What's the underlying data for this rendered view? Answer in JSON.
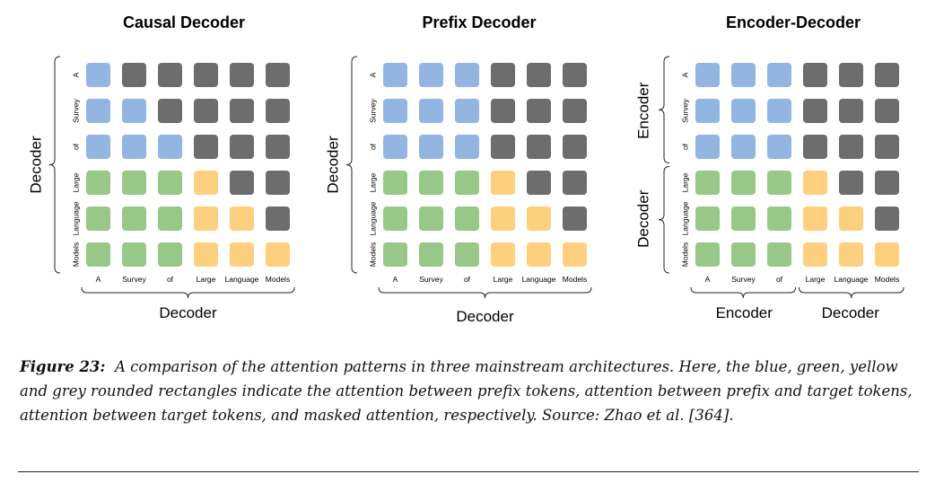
{
  "colors": {
    "blue": "#93b5e1",
    "green": "#98c888",
    "yellow": "#fdd07f",
    "grey": "#6d6d6d"
  },
  "tokens": [
    "A",
    "Survey",
    "of",
    "Large",
    "Language",
    "Models"
  ],
  "panels": [
    {
      "title": "Causal Decoder",
      "y_label": "Decoder",
      "x_labels": [
        "Decoder"
      ],
      "matrix": [
        [
          "blue",
          "grey",
          "grey",
          "grey",
          "grey",
          "grey"
        ],
        [
          "blue",
          "blue",
          "grey",
          "grey",
          "grey",
          "grey"
        ],
        [
          "blue",
          "blue",
          "blue",
          "grey",
          "grey",
          "grey"
        ],
        [
          "green",
          "green",
          "green",
          "yellow",
          "grey",
          "grey"
        ],
        [
          "green",
          "green",
          "green",
          "yellow",
          "yellow",
          "grey"
        ],
        [
          "green",
          "green",
          "green",
          "yellow",
          "yellow",
          "yellow"
        ]
      ]
    },
    {
      "title": "Prefix Decoder",
      "y_label": "Decoder",
      "x_labels": [
        "Decoder"
      ],
      "matrix": [
        [
          "blue",
          "blue",
          "blue",
          "grey",
          "grey",
          "grey"
        ],
        [
          "blue",
          "blue",
          "blue",
          "grey",
          "grey",
          "grey"
        ],
        [
          "blue",
          "blue",
          "blue",
          "grey",
          "grey",
          "grey"
        ],
        [
          "green",
          "green",
          "green",
          "yellow",
          "grey",
          "grey"
        ],
        [
          "green",
          "green",
          "green",
          "yellow",
          "yellow",
          "grey"
        ],
        [
          "green",
          "green",
          "green",
          "yellow",
          "yellow",
          "yellow"
        ]
      ]
    },
    {
      "title": "Encoder-Decoder",
      "y_labels": [
        "Encoder",
        "Decoder"
      ],
      "x_labels": [
        "Encoder",
        "Decoder"
      ],
      "matrix": [
        [
          "blue",
          "blue",
          "blue",
          "grey",
          "grey",
          "grey"
        ],
        [
          "blue",
          "blue",
          "blue",
          "grey",
          "grey",
          "grey"
        ],
        [
          "blue",
          "blue",
          "blue",
          "grey",
          "grey",
          "grey"
        ],
        [
          "green",
          "green",
          "green",
          "yellow",
          "grey",
          "grey"
        ],
        [
          "green",
          "green",
          "green",
          "yellow",
          "yellow",
          "grey"
        ],
        [
          "green",
          "green",
          "green",
          "yellow",
          "yellow",
          "yellow"
        ]
      ]
    }
  ],
  "caption": {
    "label": "Figure 23:",
    "text": "A comparison of the attention patterns in three mainstream architectures. Here, the blue, green, yellow and grey rounded rectangles indicate the attention between prefix tokens, attention between prefix and target tokens, attention between target tokens, and masked attention, respectively. Source: Zhao et al. [364]."
  }
}
